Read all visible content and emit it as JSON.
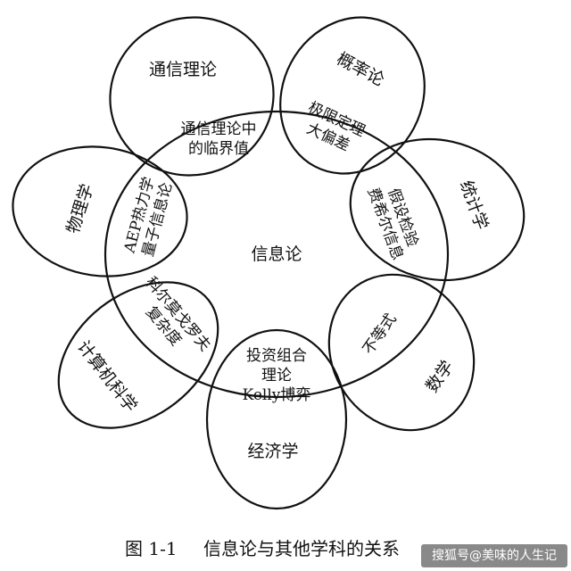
{
  "diagram": {
    "center": "信息论",
    "petals": [
      {
        "outer": "通信理论",
        "overlap": [
          "通信理论中",
          "的临界值"
        ]
      },
      {
        "outer": "概率论",
        "overlap": [
          "极限定理",
          "大偏差"
        ]
      },
      {
        "outer": "统计学",
        "overlap": [
          "假设检验",
          "费希尔信息"
        ]
      },
      {
        "outer": "数学",
        "overlap": [
          "不等式"
        ]
      },
      {
        "outer": "经济学",
        "overlap": [
          "投资组合",
          "理论",
          "Kelly博弈"
        ]
      },
      {
        "outer": "计算机科学",
        "overlap": [
          "科尔莫戈罗夫",
          "复杂度"
        ]
      },
      {
        "outer": "物理学",
        "overlap": [
          "AEP热力学",
          "量子信息论"
        ]
      }
    ]
  },
  "caption": {
    "figure_number": "图 1-1",
    "title": "信息论与其他学科的关系"
  },
  "watermark": "搜狐号@美味的人生记"
}
